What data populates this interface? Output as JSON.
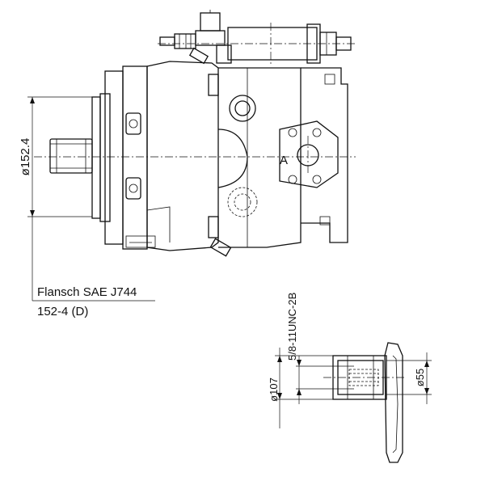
{
  "dimensions": {
    "flange_dia": "ø152.4",
    "thread": "5/8-11UNC-2B",
    "outer_dia": "ø107",
    "shaft_dia": "ø55"
  },
  "labels": {
    "port": "A",
    "flange_line1": "Flansch SAE J744",
    "flange_line2": "152-4 (D)"
  }
}
